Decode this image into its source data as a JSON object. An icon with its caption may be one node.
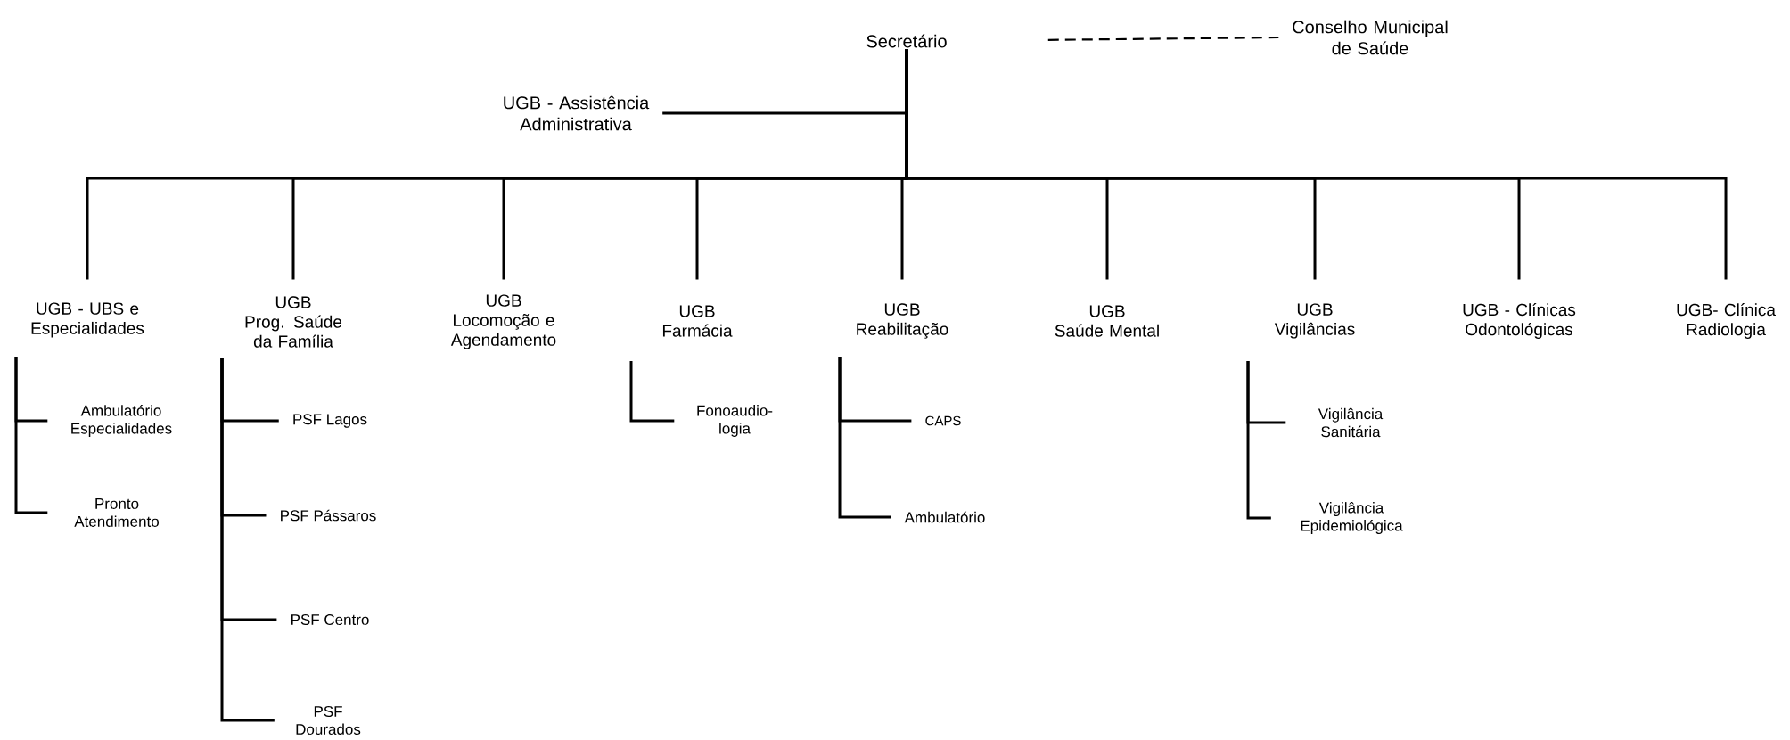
{
  "diagram": {
    "nodes": [
      {
        "text": [
          "Secretário"
        ]
      },
      {
        "text": [
          "Conselho Municipal de Saúde"
        ]
      },
      {
        "text": [
          "UGB - Assistência Administrativa"
        ]
      },
      {
        "text": [
          "UGB - UBS e Especialidades"
        ]
      },
      {
        "text": [
          "UGB",
          "Prog. Saúde da Família"
        ]
      },
      {
        "text": [
          "UGB",
          "Locomoção e Agendamento"
        ]
      },
      {
        "text": [
          "UGB",
          "Farmácia"
        ]
      },
      {
        "text": [
          "UGB",
          "Reabilitação"
        ]
      },
      {
        "text": [
          "UGB",
          "Saúde Mental"
        ]
      },
      {
        "text": [
          "UGB",
          "Vigilâncias"
        ]
      },
      {
        "text": [
          "UGB - Clínicas Odontológicas"
        ]
      },
      {
        "text": [
          "UGB- Clínica Radiologia"
        ]
      },
      {
        "text": [
          "Ambulatório Especialidades"
        ]
      },
      {
        "text": [
          "Pronto Atendimento"
        ]
      },
      {
        "text": [
          "PSF Lagos"
        ]
      },
      {
        "text": [
          "PSF Pássaros"
        ]
      },
      {
        "text": [
          "PSF Centro"
        ]
      },
      {
        "text": [
          "PSF Dourados"
        ]
      },
      {
        "text": [
          "Fonoaudio- logia"
        ]
      },
      {
        "text": [
          "CAPS"
        ]
      },
      {
        "text": [
          "Ambulatório"
        ]
      },
      {
        "text": [
          "Vigilância Sanitária"
        ]
      },
      {
        "text": [
          "Vigilância Epidemiológica"
        ]
      }
    ],
    "edges": [
      {
        "from": 0,
        "to": 1,
        "arrow": "none",
        "style": "dashed"
      },
      {
        "from": 0,
        "to": 2,
        "arrow": "none"
      },
      {
        "from": 0,
        "to": 3,
        "arrow": "none"
      },
      {
        "from": 0,
        "to": 4,
        "arrow": "none"
      },
      {
        "from": 0,
        "to": 5,
        "arrow": "none"
      },
      {
        "from": 0,
        "to": 6,
        "arrow": "none"
      },
      {
        "from": 0,
        "to": 7,
        "arrow": "none"
      },
      {
        "from": 0,
        "to": 8,
        "arrow": "none"
      },
      {
        "from": 0,
        "to": 9,
        "arrow": "none"
      },
      {
        "from": 0,
        "to": 10,
        "arrow": "none"
      },
      {
        "from": 0,
        "to": 11,
        "arrow": "none"
      },
      {
        "from": 3,
        "to": 12,
        "arrow": "none"
      },
      {
        "from": 3,
        "to": 13,
        "arrow": "none"
      },
      {
        "from": 4,
        "to": 14,
        "arrow": "none"
      },
      {
        "from": 4,
        "to": 15,
        "arrow": "none"
      },
      {
        "from": 4,
        "to": 16,
        "arrow": "none"
      },
      {
        "from": 4,
        "to": 17,
        "arrow": "none"
      },
      {
        "from": 6,
        "to": 18,
        "arrow": "none"
      },
      {
        "from": 7,
        "to": 19,
        "arrow": "none"
      },
      {
        "from": 7,
        "to": 20,
        "arrow": "none"
      },
      {
        "from": 9,
        "to": 21,
        "arrow": "none"
      },
      {
        "from": 9,
        "to": 22,
        "arrow": "none"
      }
    ]
  }
}
